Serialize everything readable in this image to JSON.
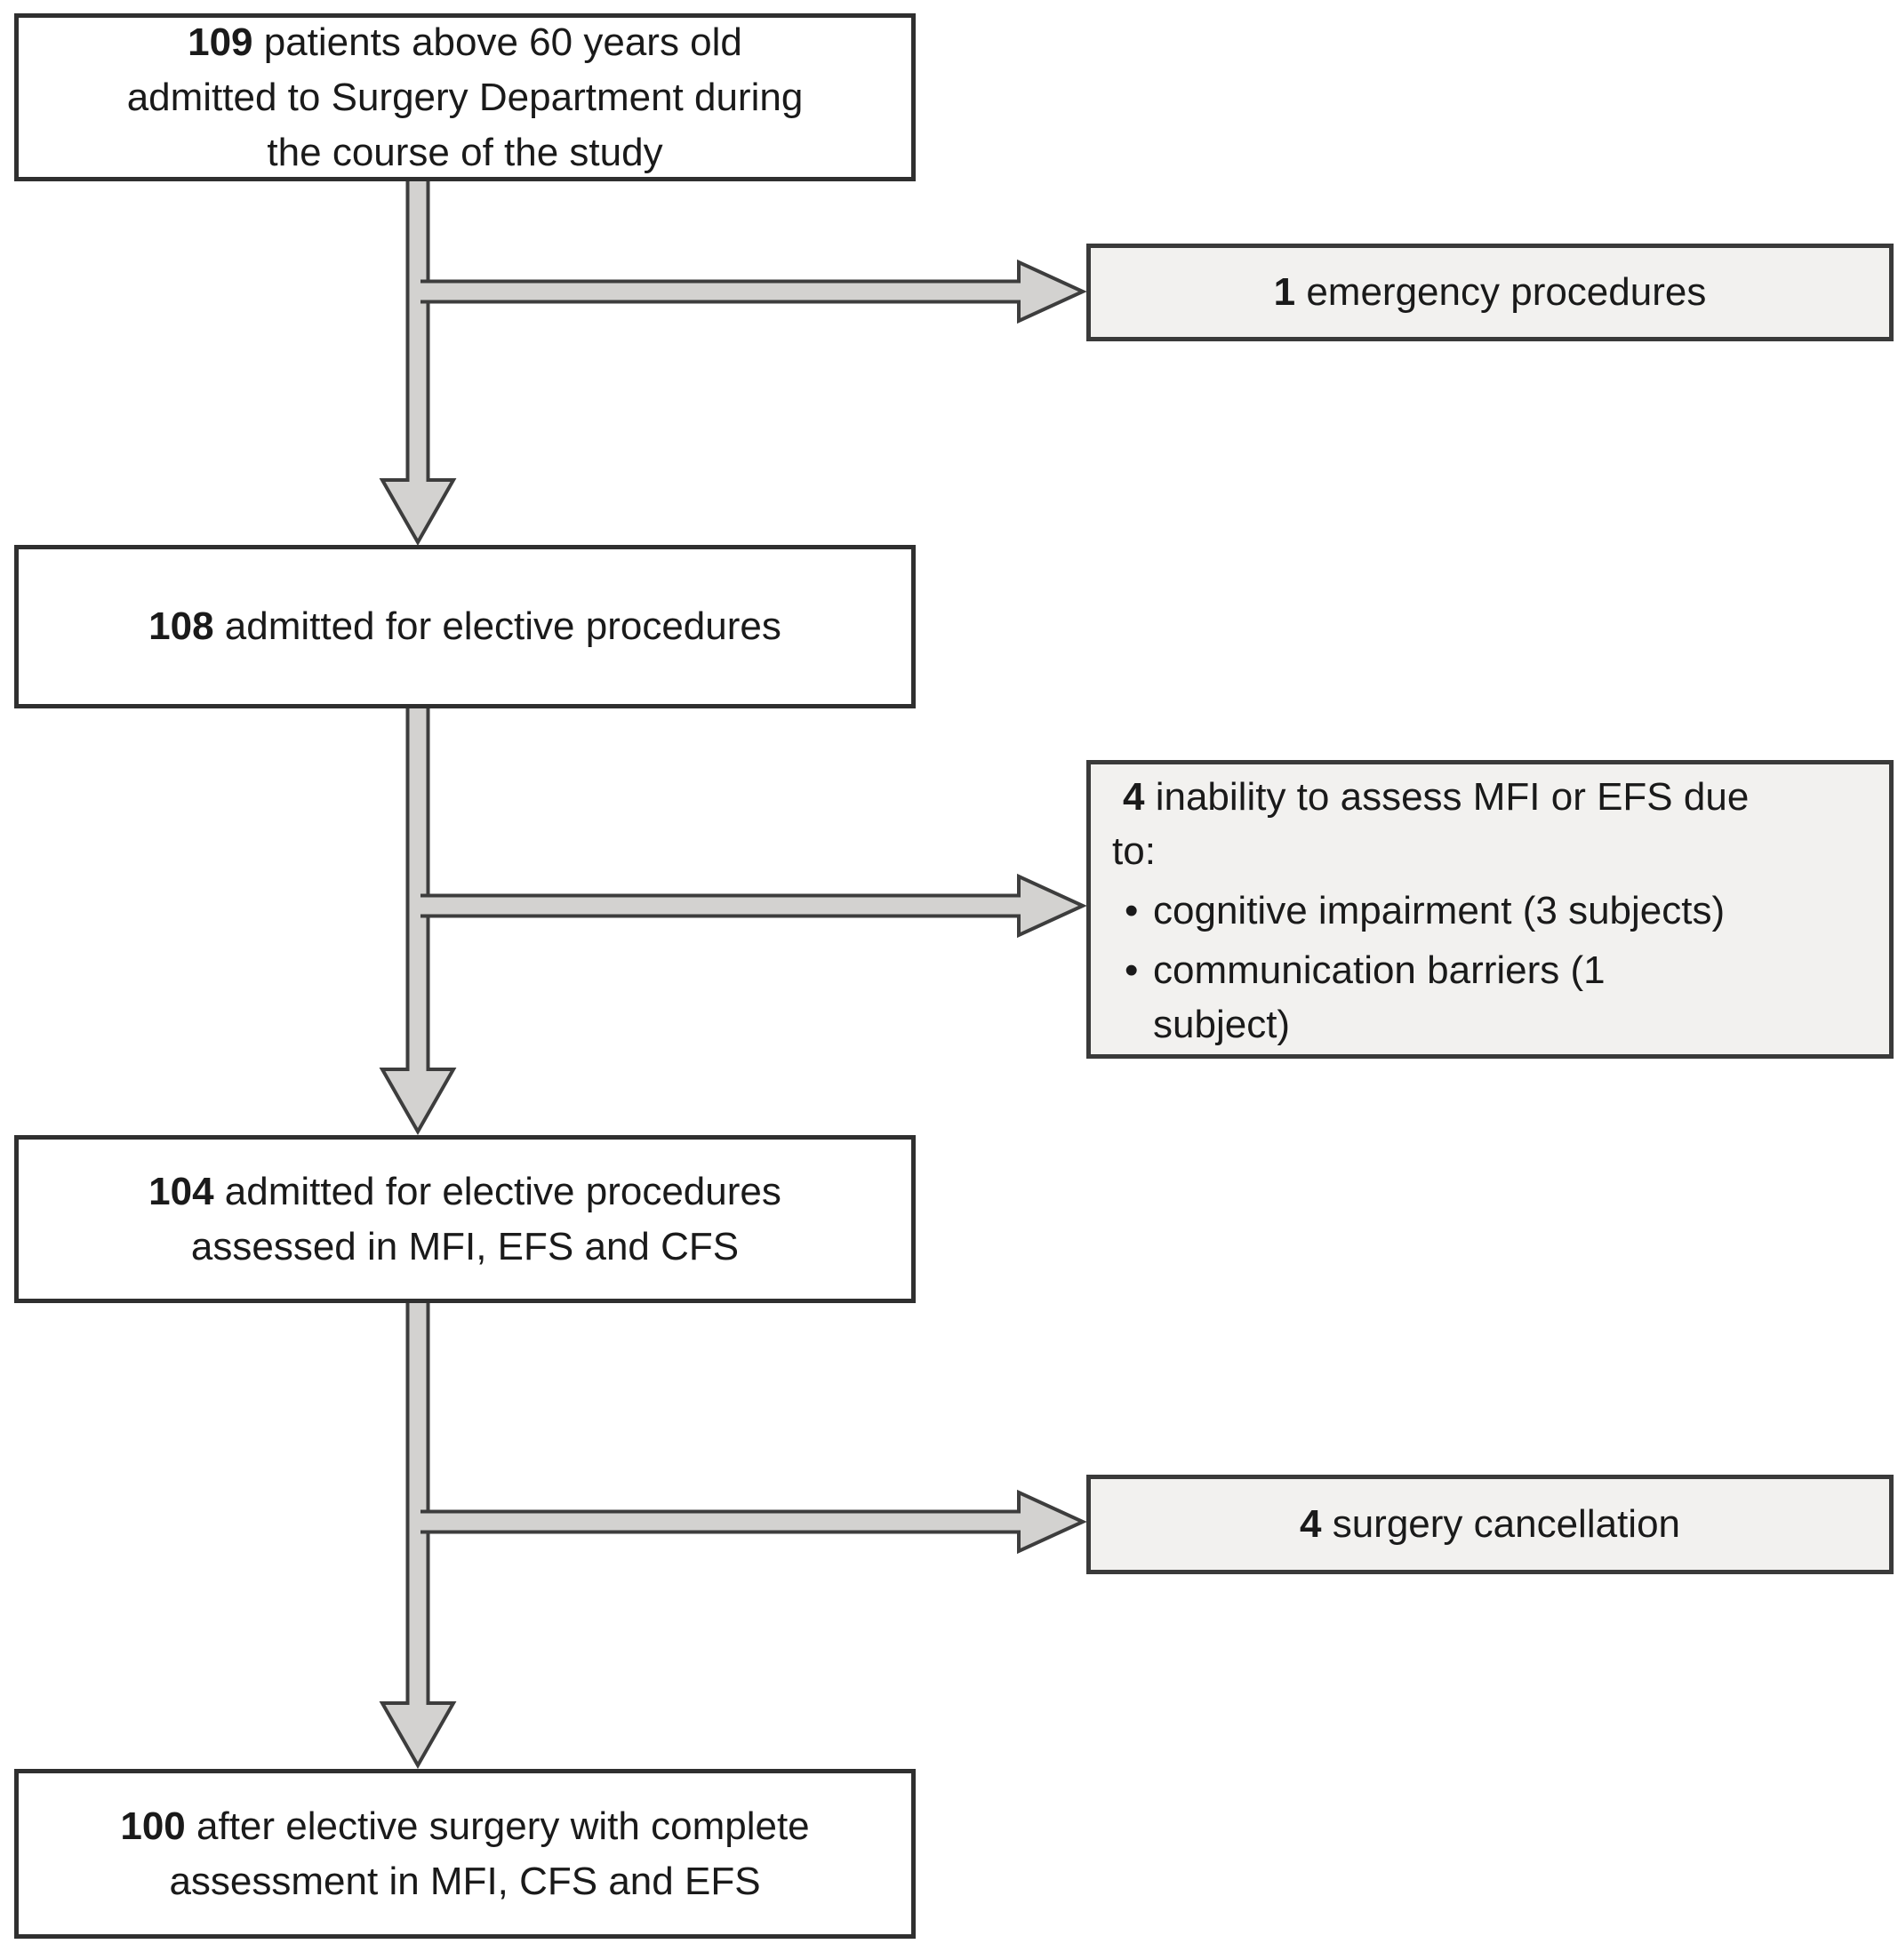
{
  "figure": {
    "type": "patient-flow-diagram",
    "boxes": {
      "enrolled": {
        "number": "109",
        "line1": " patients above 60 years old",
        "line2": "admitted to Surgery Department during",
        "line3": "the course of the study"
      },
      "emergency": {
        "number": "1",
        "line1": " emergency procedures"
      },
      "elective": {
        "number": "108",
        "line1": " admitted for elective procedures"
      },
      "unable": {
        "number": "4",
        "line1": " inability to assess MFI or EFS due",
        "line2": "to:",
        "bullet1_line1": "cognitive impairment (3 subjects)",
        "bullet2_line1": "communication barriers (1",
        "bullet2_line2": "subject)"
      },
      "assessed": {
        "number": "104",
        "line1": " admitted for elective procedures",
        "line2": "assessed in MFI, EFS and CFS"
      },
      "cancelled": {
        "number": "4",
        "line1": " surgery cancellation"
      },
      "final": {
        "number": "100",
        "line1": " after elective surgery with complete",
        "line2": "assessment in MFI, CFS and EFS"
      }
    },
    "glyphs": {
      "bullet": "•"
    },
    "colors": {
      "arrow_fill": "#d3d2d0",
      "arrow_outline": "#3d3d3d",
      "main_box_bg": "#ffffff",
      "main_box_border": "#2f2f2f",
      "side_box_bg": "#f2f1ef",
      "side_box_border": "#3a3a3a",
      "text": "#1a1a1a"
    }
  }
}
